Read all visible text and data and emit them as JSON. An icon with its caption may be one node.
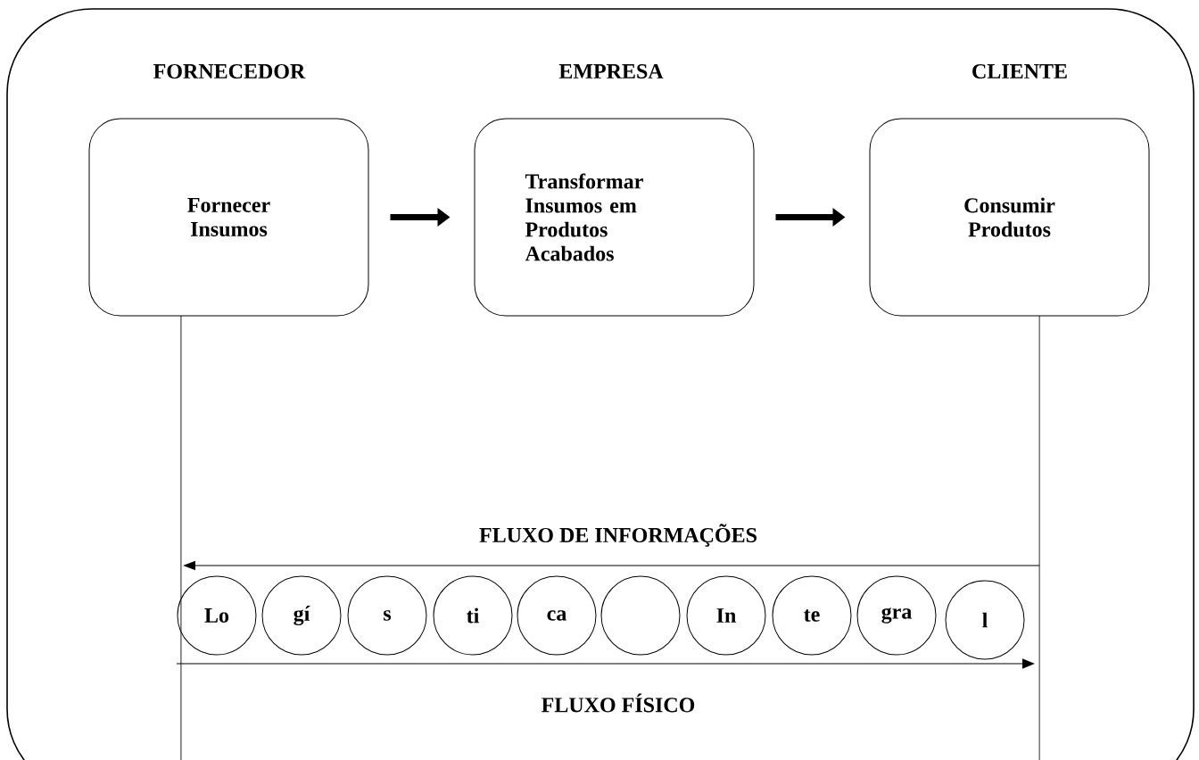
{
  "diagram": {
    "nodes": [
      {
        "text": [
          "FORNECEDOR",
          "Fornecer Insumos"
        ]
      },
      {
        "text": [
          "EMPRESA",
          "Transformar Insumos em Produtos Acabados"
        ]
      },
      {
        "text": [
          "CLIENTE",
          "Consumir Produtos"
        ]
      },
      {
        "text": [
          "Lo"
        ]
      },
      {
        "text": [
          "gí"
        ]
      },
      {
        "text": [
          "s"
        ]
      },
      {
        "text": [
          "ti"
        ]
      },
      {
        "text": [
          "ca"
        ]
      },
      {
        "text": [],
        "shape": "circle"
      },
      {
        "text": [
          "In"
        ]
      },
      {
        "text": [
          "te"
        ]
      },
      {
        "text": [
          "gra"
        ]
      },
      {
        "text": [
          "l"
        ]
      }
    ],
    "edges": [
      {
        "from": 0,
        "to": 1,
        "arrow": "to",
        "style": "thick"
      },
      {
        "from": 1,
        "to": 2,
        "arrow": "to",
        "style": "thick"
      },
      {
        "from": 0,
        "to": null,
        "arrow": "none"
      },
      {
        "from": 2,
        "to": null,
        "arrow": "none"
      }
    ],
    "labels": [
      "FLUXO DE INFORMAÇÕES",
      "FLUXO FÍSICO"
    ]
  }
}
